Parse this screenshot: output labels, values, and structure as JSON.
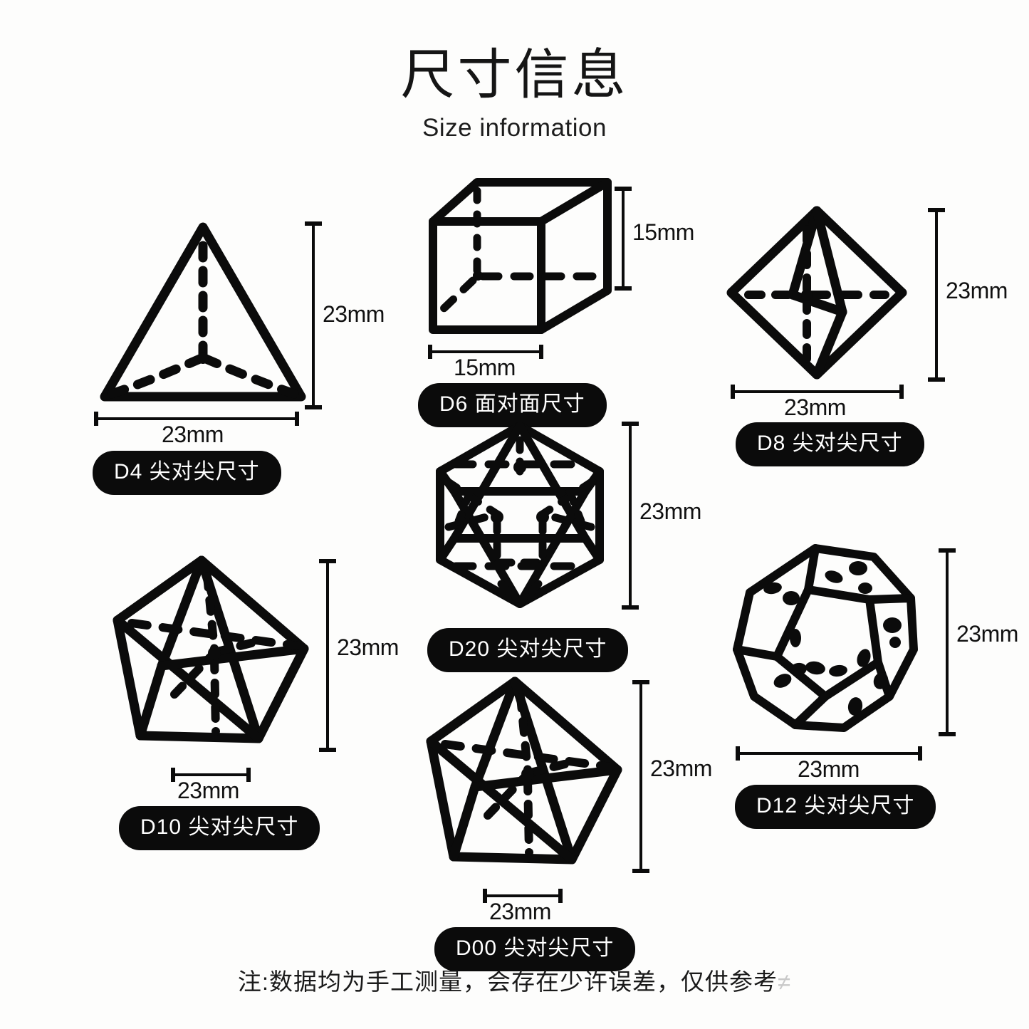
{
  "header": {
    "title_cn": "尺寸信息",
    "title_en": "Size information"
  },
  "dice": [
    {
      "id": "d4",
      "shape": "tetrahedron",
      "caption": "D4 尖对尖尺寸",
      "height_dim": "23mm",
      "width_dim": "23mm"
    },
    {
      "id": "d6",
      "shape": "cube",
      "caption": "D6 面对面尺寸",
      "height_dim": "15mm",
      "width_dim": "15mm"
    },
    {
      "id": "d8",
      "shape": "octahedron",
      "caption": "D8 尖对尖尺寸",
      "height_dim": "23mm",
      "width_dim": "23mm"
    },
    {
      "id": "d10",
      "shape": "pentagonal-trapezohedron",
      "caption": "D10 尖对尖尺寸",
      "height_dim": "23mm",
      "width_dim": "23mm"
    },
    {
      "id": "d20",
      "shape": "icosahedron",
      "caption": "D20 尖对尖尺寸",
      "height_dim": "23mm",
      "width_dim": null
    },
    {
      "id": "d12",
      "shape": "dodecahedron",
      "caption": "D12 尖对尖尺寸",
      "height_dim": "23mm",
      "width_dim": "23mm"
    },
    {
      "id": "d00",
      "shape": "pentagonal-trapezohedron",
      "caption": "D00 尖对尖尺寸",
      "height_dim": "23mm",
      "width_dim": "23mm"
    }
  ],
  "footer": {
    "note": "注:数据均为手工测量，会存在少许误差，仅供参考",
    "note_faded": "≠"
  },
  "colors": {
    "ink": "#0b0b0b",
    "background": "#fdfdfc",
    "pill_background": "#0b0b0b",
    "pill_text": "#ffffff"
  }
}
